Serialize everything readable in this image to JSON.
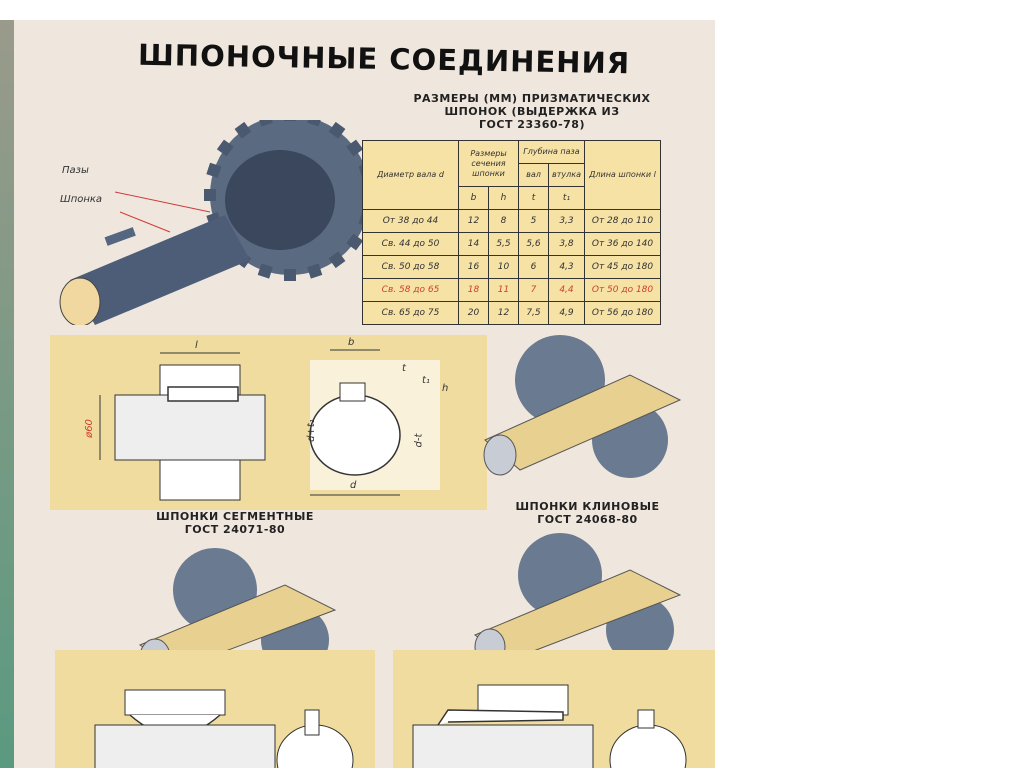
{
  "title": "ШПОНОЧНЫЕ СОЕДИНЕНИЯ",
  "table_title": [
    "РАЗМЕРЫ (ММ) ПРИЗМАТИЧЕСКИХ",
    "ШПОНОК (ВЫДЕРЖКА ИЗ",
    "ГОСТ 23360-78)"
  ],
  "table": {
    "headers": {
      "diameter": "Диаметр вала d",
      "section": "Размеры сечения шпонки",
      "depth": "Глубина паза",
      "shaft": "вал",
      "hub": "втулка",
      "length": "Длина шпонки l",
      "b": "b",
      "h": "h",
      "t": "t",
      "t1": "t₁"
    },
    "rows": [
      [
        "От 38 до 44",
        "12",
        "8",
        "5",
        "3,3",
        "От 28 до 110"
      ],
      [
        "Св. 44 до 50",
        "14",
        "5,5",
        "5,6",
        "3,8",
        "От 36 до 140"
      ],
      [
        "Св. 50 до 58",
        "16",
        "10",
        "6",
        "4,3",
        "От 45 до 180"
      ],
      [
        "Св. 58 до 65",
        "18",
        "11",
        "7",
        "4,4",
        "От 50 до 180"
      ],
      [
        "Св. 65 до 75",
        "20",
        "12",
        "7,5",
        "4,9",
        "От 56 до 180"
      ]
    ],
    "highlight_row": 3,
    "highlight_color": "#d04030"
  },
  "labels": {
    "slots": "Пазы",
    "key": "Шпонка"
  },
  "dims": {
    "l": "l",
    "b": "b",
    "t": "t",
    "h": "h",
    "d60": "ø60",
    "dt1": "d+t₁",
    "dmt": "d-t",
    "d": "d",
    "t1": "t₁"
  },
  "captions": {
    "segment": [
      "ШПОНКИ СЕГМЕНТНЫЕ",
      "ГОСТ 24071-80"
    ],
    "wedge": [
      "ШПОНКИ КЛИНОВЫЕ",
      "ГОСТ 24068-80"
    ]
  }
}
